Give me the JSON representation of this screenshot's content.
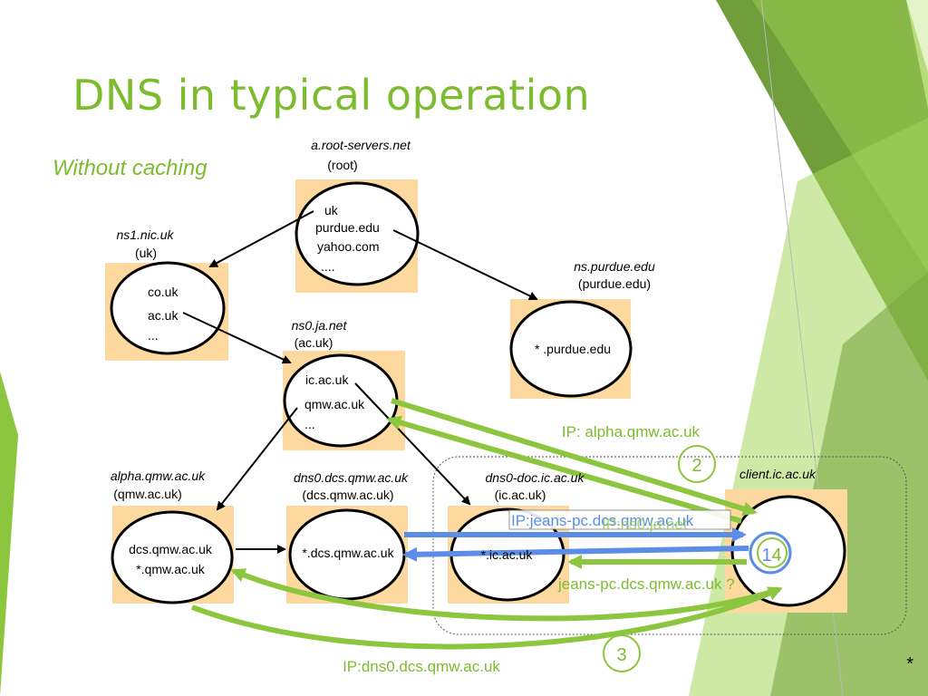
{
  "title": "DNS in typical operation",
  "subtitle": "Without caching",
  "nodes": {
    "root": {
      "name": "a.root-servers.net",
      "domain": "(root)",
      "entries": [
        "uk",
        "purdue.edu",
        "yahoo.com",
        "...."
      ]
    },
    "nic": {
      "name": "ns1.nic.uk",
      "domain": "(uk)",
      "entries": [
        "co.uk",
        "ac.uk",
        "..."
      ]
    },
    "purdue": {
      "name": "ns.purdue.edu",
      "domain": "(purdue.edu)",
      "entries": [
        "* .purdue.edu"
      ]
    },
    "janet": {
      "name": "ns0.ja.net",
      "domain": "(ac.uk)",
      "entries": [
        "ic.ac.uk",
        "qmw.ac.uk",
        "..."
      ]
    },
    "alpha": {
      "name": "alpha.qmw.ac.uk",
      "domain": "(qmw.ac.uk)",
      "entries": [
        "dcs.qmw.ac.uk",
        "*.qmw.ac.uk"
      ]
    },
    "dcs": {
      "name": "dns0.dcs.qmw.ac.uk",
      "domain": "(dcs.qmw.ac.uk)",
      "entries": [
        "*.dcs.qmw.ac.uk"
      ]
    },
    "doc": {
      "name": "dns0-doc.ic.ac.uk",
      "domain": "(ic.ac.uk)",
      "entries": [
        "*.ic.ac.uk"
      ]
    },
    "client": {
      "name": "client.ic.ac.uk"
    }
  },
  "messages": {
    "ip_alpha": "IP: alpha.qmw.ac.uk",
    "ip_jeans": "IP:jeans-pc.dcs.qmw.ac.uk",
    "ip_ns0": "IP:ns0.ja.net",
    "query": "jeans-pc.dcs.qmw.ac.uk ?",
    "ip_dns0": "IP:dns0.dcs.qmw.ac.uk"
  },
  "steps": [
    "2",
    "1",
    "4",
    "3"
  ],
  "footer_mark": "*",
  "colors": {
    "accent": "#7dbb2f",
    "box": "#fdd9a0",
    "blue_arrow": "#5b8de6",
    "green_arrow": "#8cc63f",
    "step_text": "#7dbb2f"
  }
}
